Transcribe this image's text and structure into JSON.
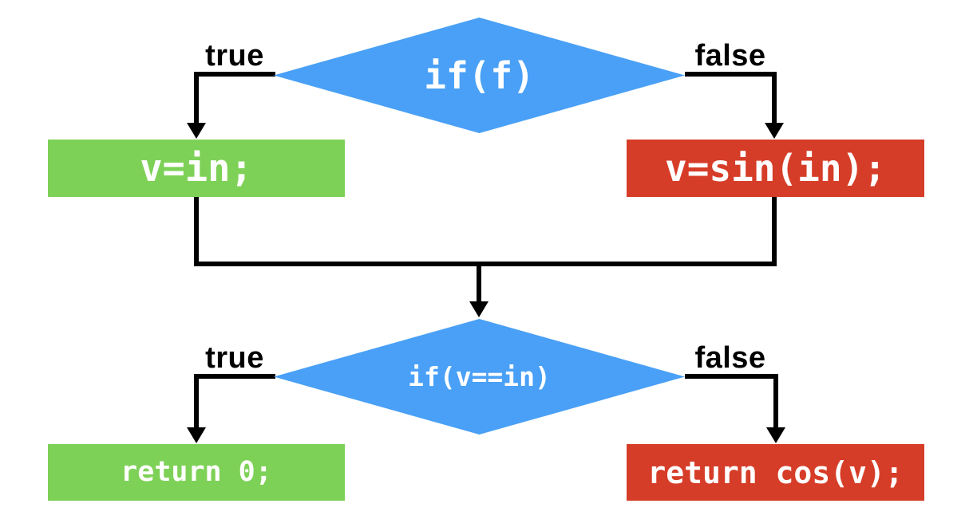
{
  "flowchart": {
    "decisions": {
      "first": {
        "condition": "if(f)",
        "true_label": "true",
        "false_label": "false"
      },
      "second": {
        "condition": "if(v==in)",
        "true_label": "true",
        "false_label": "false"
      }
    },
    "processes": {
      "first_true": "v=in;",
      "first_false": "v=sin(in);",
      "second_true": "return 0;",
      "second_false": "return cos(v);"
    },
    "colors": {
      "decision_fill": "#49a0f6",
      "true_fill": "#7ed157",
      "false_fill": "#d63d28",
      "edge": "#000000",
      "node_text": "#ffffff",
      "label_text": "#000000"
    }
  }
}
